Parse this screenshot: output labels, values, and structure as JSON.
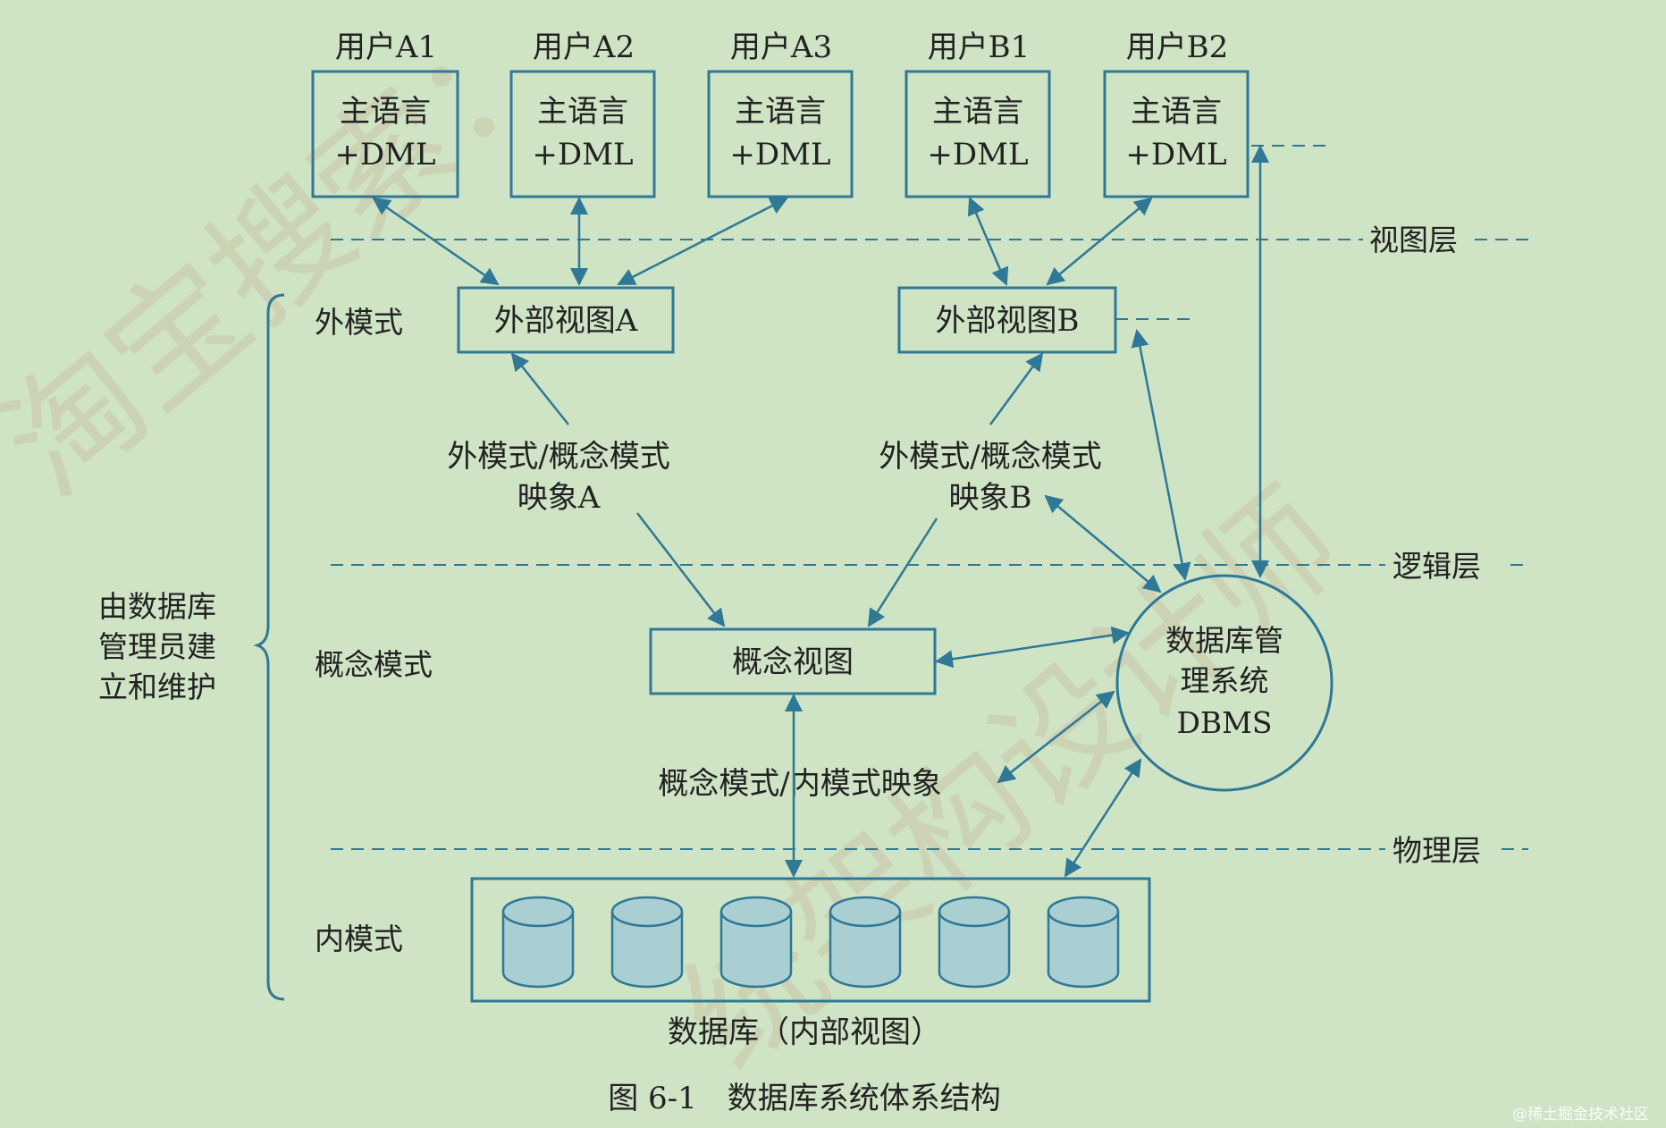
{
  "users": [
    {
      "name": "用户A1",
      "line1": "主语言",
      "line2": "+DML"
    },
    {
      "name": "用户A2",
      "line1": "主语言",
      "line2": "+DML"
    },
    {
      "name": "用户A3",
      "line1": "主语言",
      "line2": "+DML"
    },
    {
      "name": "用户B1",
      "line1": "主语言",
      "line2": "+DML"
    },
    {
      "name": "用户B2",
      "line1": "主语言",
      "line2": "+DML"
    }
  ],
  "layers": {
    "view": "视图层",
    "logical": "逻辑层",
    "physical": "物理层"
  },
  "schemas": {
    "external": "外模式",
    "conceptual": "概念模式",
    "internal": "内模式"
  },
  "dba": {
    "line1": "由数据库",
    "line2": "管理员建",
    "line3": "立和维护"
  },
  "views": {
    "a": "外部视图A",
    "b": "外部视图B",
    "conceptual": "概念视图"
  },
  "mappings": {
    "a": {
      "line1": "外模式/概念模式",
      "line2": "映象A"
    },
    "b": {
      "line1": "外模式/概念模式",
      "line2": "映象B"
    },
    "conceptual_internal": "概念模式/内模式映象"
  },
  "dbms": {
    "line1": "数据库管",
    "line2": "理系统",
    "line3": "DBMS"
  },
  "database": {
    "label": "数据库（内部视图）",
    "cylinder_count": 6
  },
  "caption": "图 6-1　数据库系统体系结构",
  "watermark": {
    "text1": "淘宝搜索：",
    "text2": "统架构设计师"
  },
  "credit": "@稀土掘金技术社区",
  "colors": {
    "background": "#cfe3c5",
    "line": "#2f7896",
    "box_border": "#2f7896",
    "cylinder_fill": "#a9cfd2",
    "text": "#222222"
  }
}
